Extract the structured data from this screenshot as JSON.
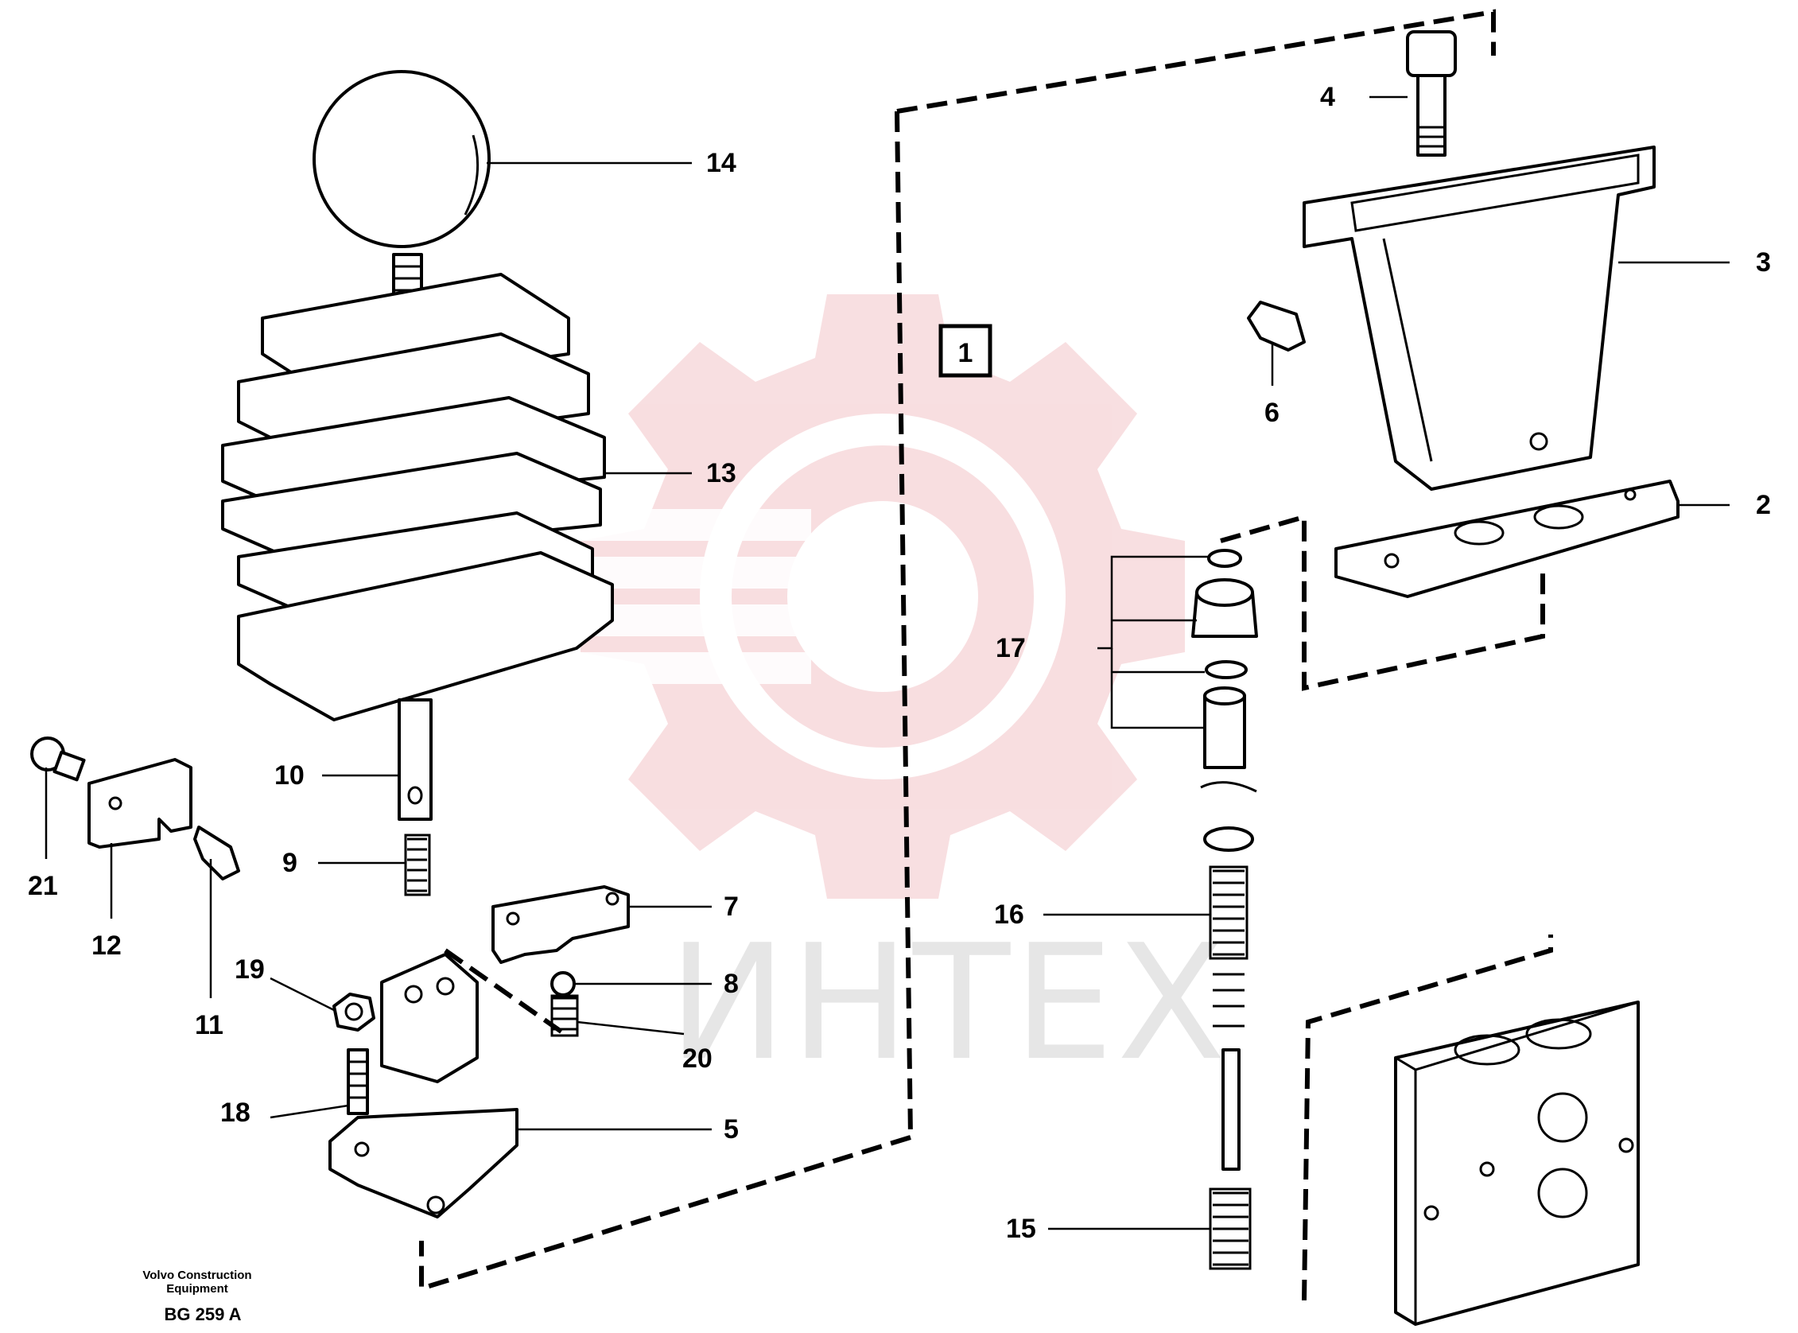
{
  "watermark": {
    "text": "ИНТЕХ",
    "color": "#f3c4c8"
  },
  "group_label": "1",
  "callouts": [
    {
      "id": "2",
      "label": "2"
    },
    {
      "id": "3",
      "label": "3"
    },
    {
      "id": "4",
      "label": "4"
    },
    {
      "id": "5",
      "label": "5"
    },
    {
      "id": "6",
      "label": "6"
    },
    {
      "id": "7",
      "label": "7"
    },
    {
      "id": "8",
      "label": "8"
    },
    {
      "id": "9",
      "label": "9"
    },
    {
      "id": "10",
      "label": "10"
    },
    {
      "id": "11",
      "label": "11"
    },
    {
      "id": "12",
      "label": "12"
    },
    {
      "id": "13",
      "label": "13"
    },
    {
      "id": "14",
      "label": "14"
    },
    {
      "id": "15",
      "label": "15"
    },
    {
      "id": "16",
      "label": "16"
    },
    {
      "id": "17",
      "label": "17"
    },
    {
      "id": "18",
      "label": "18"
    },
    {
      "id": "19",
      "label": "19"
    },
    {
      "id": "20",
      "label": "20"
    },
    {
      "id": "21",
      "label": "21"
    }
  ],
  "caption": {
    "line1": "Volvo Construction",
    "line2": "Equipment",
    "code": "BG 259 A"
  }
}
